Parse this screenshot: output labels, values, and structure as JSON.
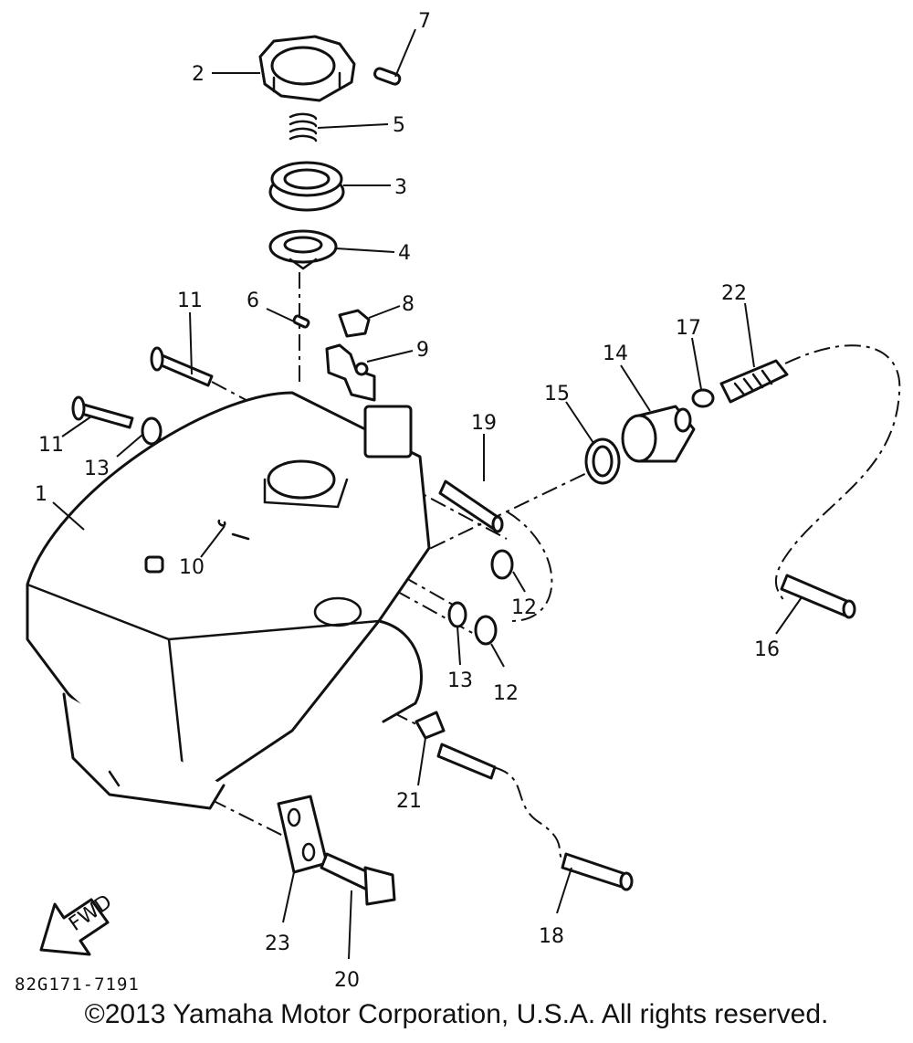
{
  "diagram": {
    "document_number": "82G171-7191",
    "fwd_label": "FWD",
    "copyright": "©2013 Yamaha Motor Corporation, U.S.A. All rights reserved.",
    "callouts": [
      "1",
      "2",
      "3",
      "4",
      "5",
      "6",
      "7",
      "8",
      "9",
      "10",
      "11",
      "11",
      "12",
      "12",
      "13",
      "13",
      "14",
      "15",
      "16",
      "17",
      "18",
      "19",
      "20",
      "21",
      "22",
      "23"
    ]
  }
}
